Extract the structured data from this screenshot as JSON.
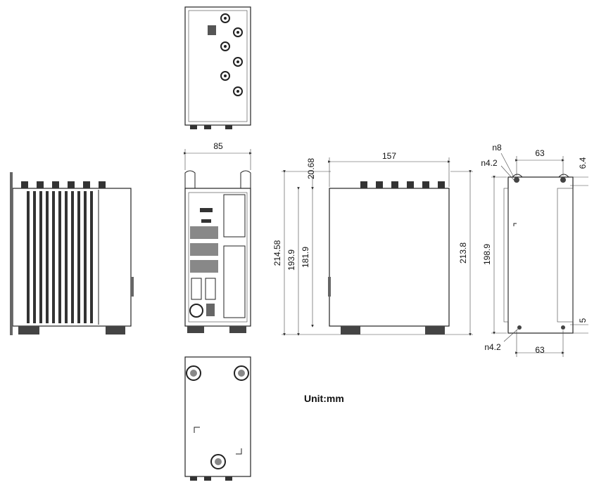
{
  "unit_label": "Unit:mm",
  "dimensions": {
    "top_width": "85",
    "depth_front": "157",
    "right_offset": "20.68",
    "height_total": "214.58",
    "height_a": "193.9",
    "height_b": "181.9",
    "height_c": "213.8",
    "bracket_hole_n8": "n8",
    "bracket_hole_top": "n4.2",
    "bracket_hole_bottom": "n4.2",
    "bracket_width_top": "63",
    "bracket_width_bottom": "63",
    "bracket_height": "198.9",
    "bracket_top_offset": "6.4",
    "bracket_bottom_offset": "5"
  }
}
